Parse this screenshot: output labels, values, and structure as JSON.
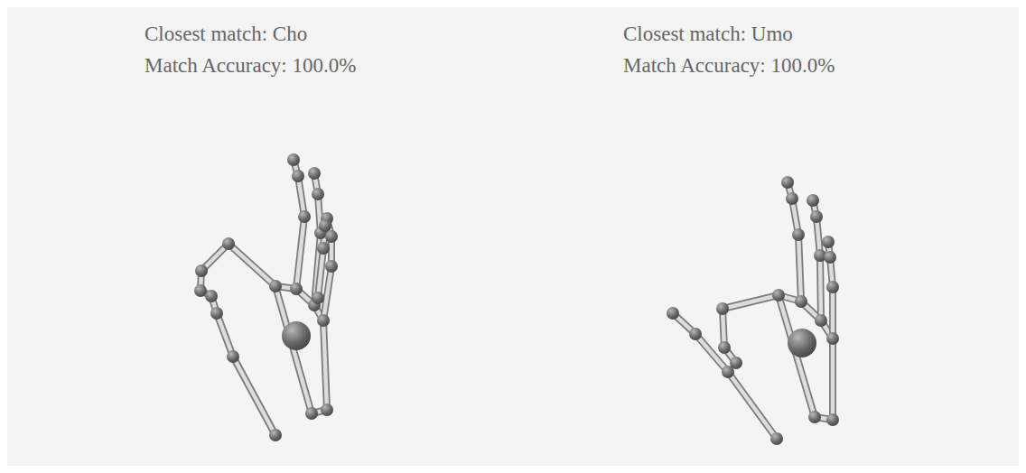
{
  "diagram": {
    "labels": [
      "Closest match: Cho",
      "Match Accuracy: 100.0%",
      "Closest match: Umo",
      "Match Accuracy: 100.0%"
    ]
  }
}
